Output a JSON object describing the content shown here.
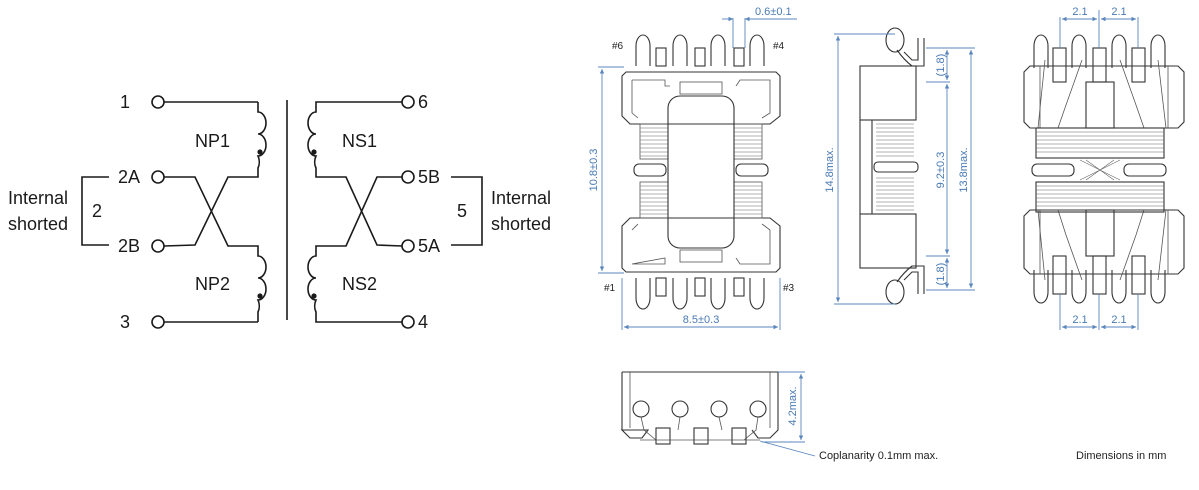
{
  "schematic": {
    "pins_primary": [
      "1",
      "2A",
      "2B",
      "3"
    ],
    "pins_secondary": [
      "6",
      "5B",
      "5A",
      "4"
    ],
    "windings": [
      "NP1",
      "NP2",
      "NS1",
      "NS2"
    ],
    "primary_short": {
      "label": "2",
      "note_line1": "Internal",
      "note_line2": "shorted"
    },
    "secondary_short": {
      "label": "5",
      "note_line1": "Internal",
      "note_line2": "shorted"
    }
  },
  "top_view": {
    "pin_marks": [
      "#6",
      "#4",
      "#1",
      "#3"
    ],
    "dim_pin_width": "0.6±0.1",
    "dim_height": "10.8±0.3",
    "dim_width": "8.5±0.3"
  },
  "side_view": {
    "dim_overall": "14.8max.",
    "dim_body": "9.2±0.3",
    "dim_lead_top": "(1.8)",
    "dim_lead_bottom": "(1.8)",
    "dim_pitch_total": "13.8max."
  },
  "bottom_view": {
    "pitch_top": [
      "2.1",
      "2.1"
    ],
    "pitch_bottom": [
      "2.1",
      "2.1"
    ]
  },
  "front_view": {
    "dim_height": "4.2max.",
    "coplanarity_note": "Coplanarity 0.1mm max."
  },
  "units_note": "Dimensions in mm",
  "colors": {
    "dimension": "#4a7ab5",
    "line": "#1a1a1a"
  }
}
